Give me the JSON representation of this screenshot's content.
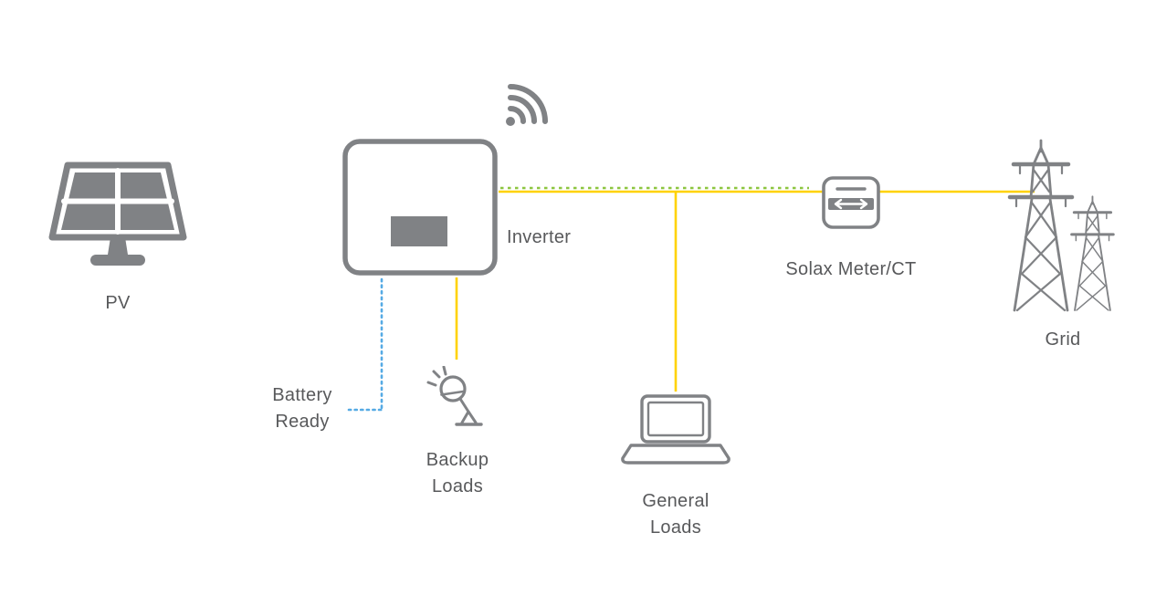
{
  "colors": {
    "icon_gray": "#808285",
    "text_gray": "#58595B",
    "line_yellow": "#FFD200",
    "line_green": "#8DC63F",
    "line_blue": "#55AAE4",
    "background": "#FFFFFF"
  },
  "icons": {
    "pv": "solar-panel-icon",
    "inverter": "inverter-box-icon",
    "wifi": "wifi-signal-icon",
    "meter": "energy-meter-icon",
    "grid": "transmission-towers-icon",
    "general_loads": "laptop-icon",
    "backup_loads": "desk-lamp-icon"
  },
  "labels": {
    "pv": "PV",
    "inverter": "Inverter",
    "meter": "Solax Meter/CT",
    "grid": "Grid",
    "battery_line1": "Battery",
    "battery_line2": "Ready",
    "backup_line1": "Backup",
    "backup_line2": "Loads",
    "general_line1": "General",
    "general_line2": "Loads"
  }
}
